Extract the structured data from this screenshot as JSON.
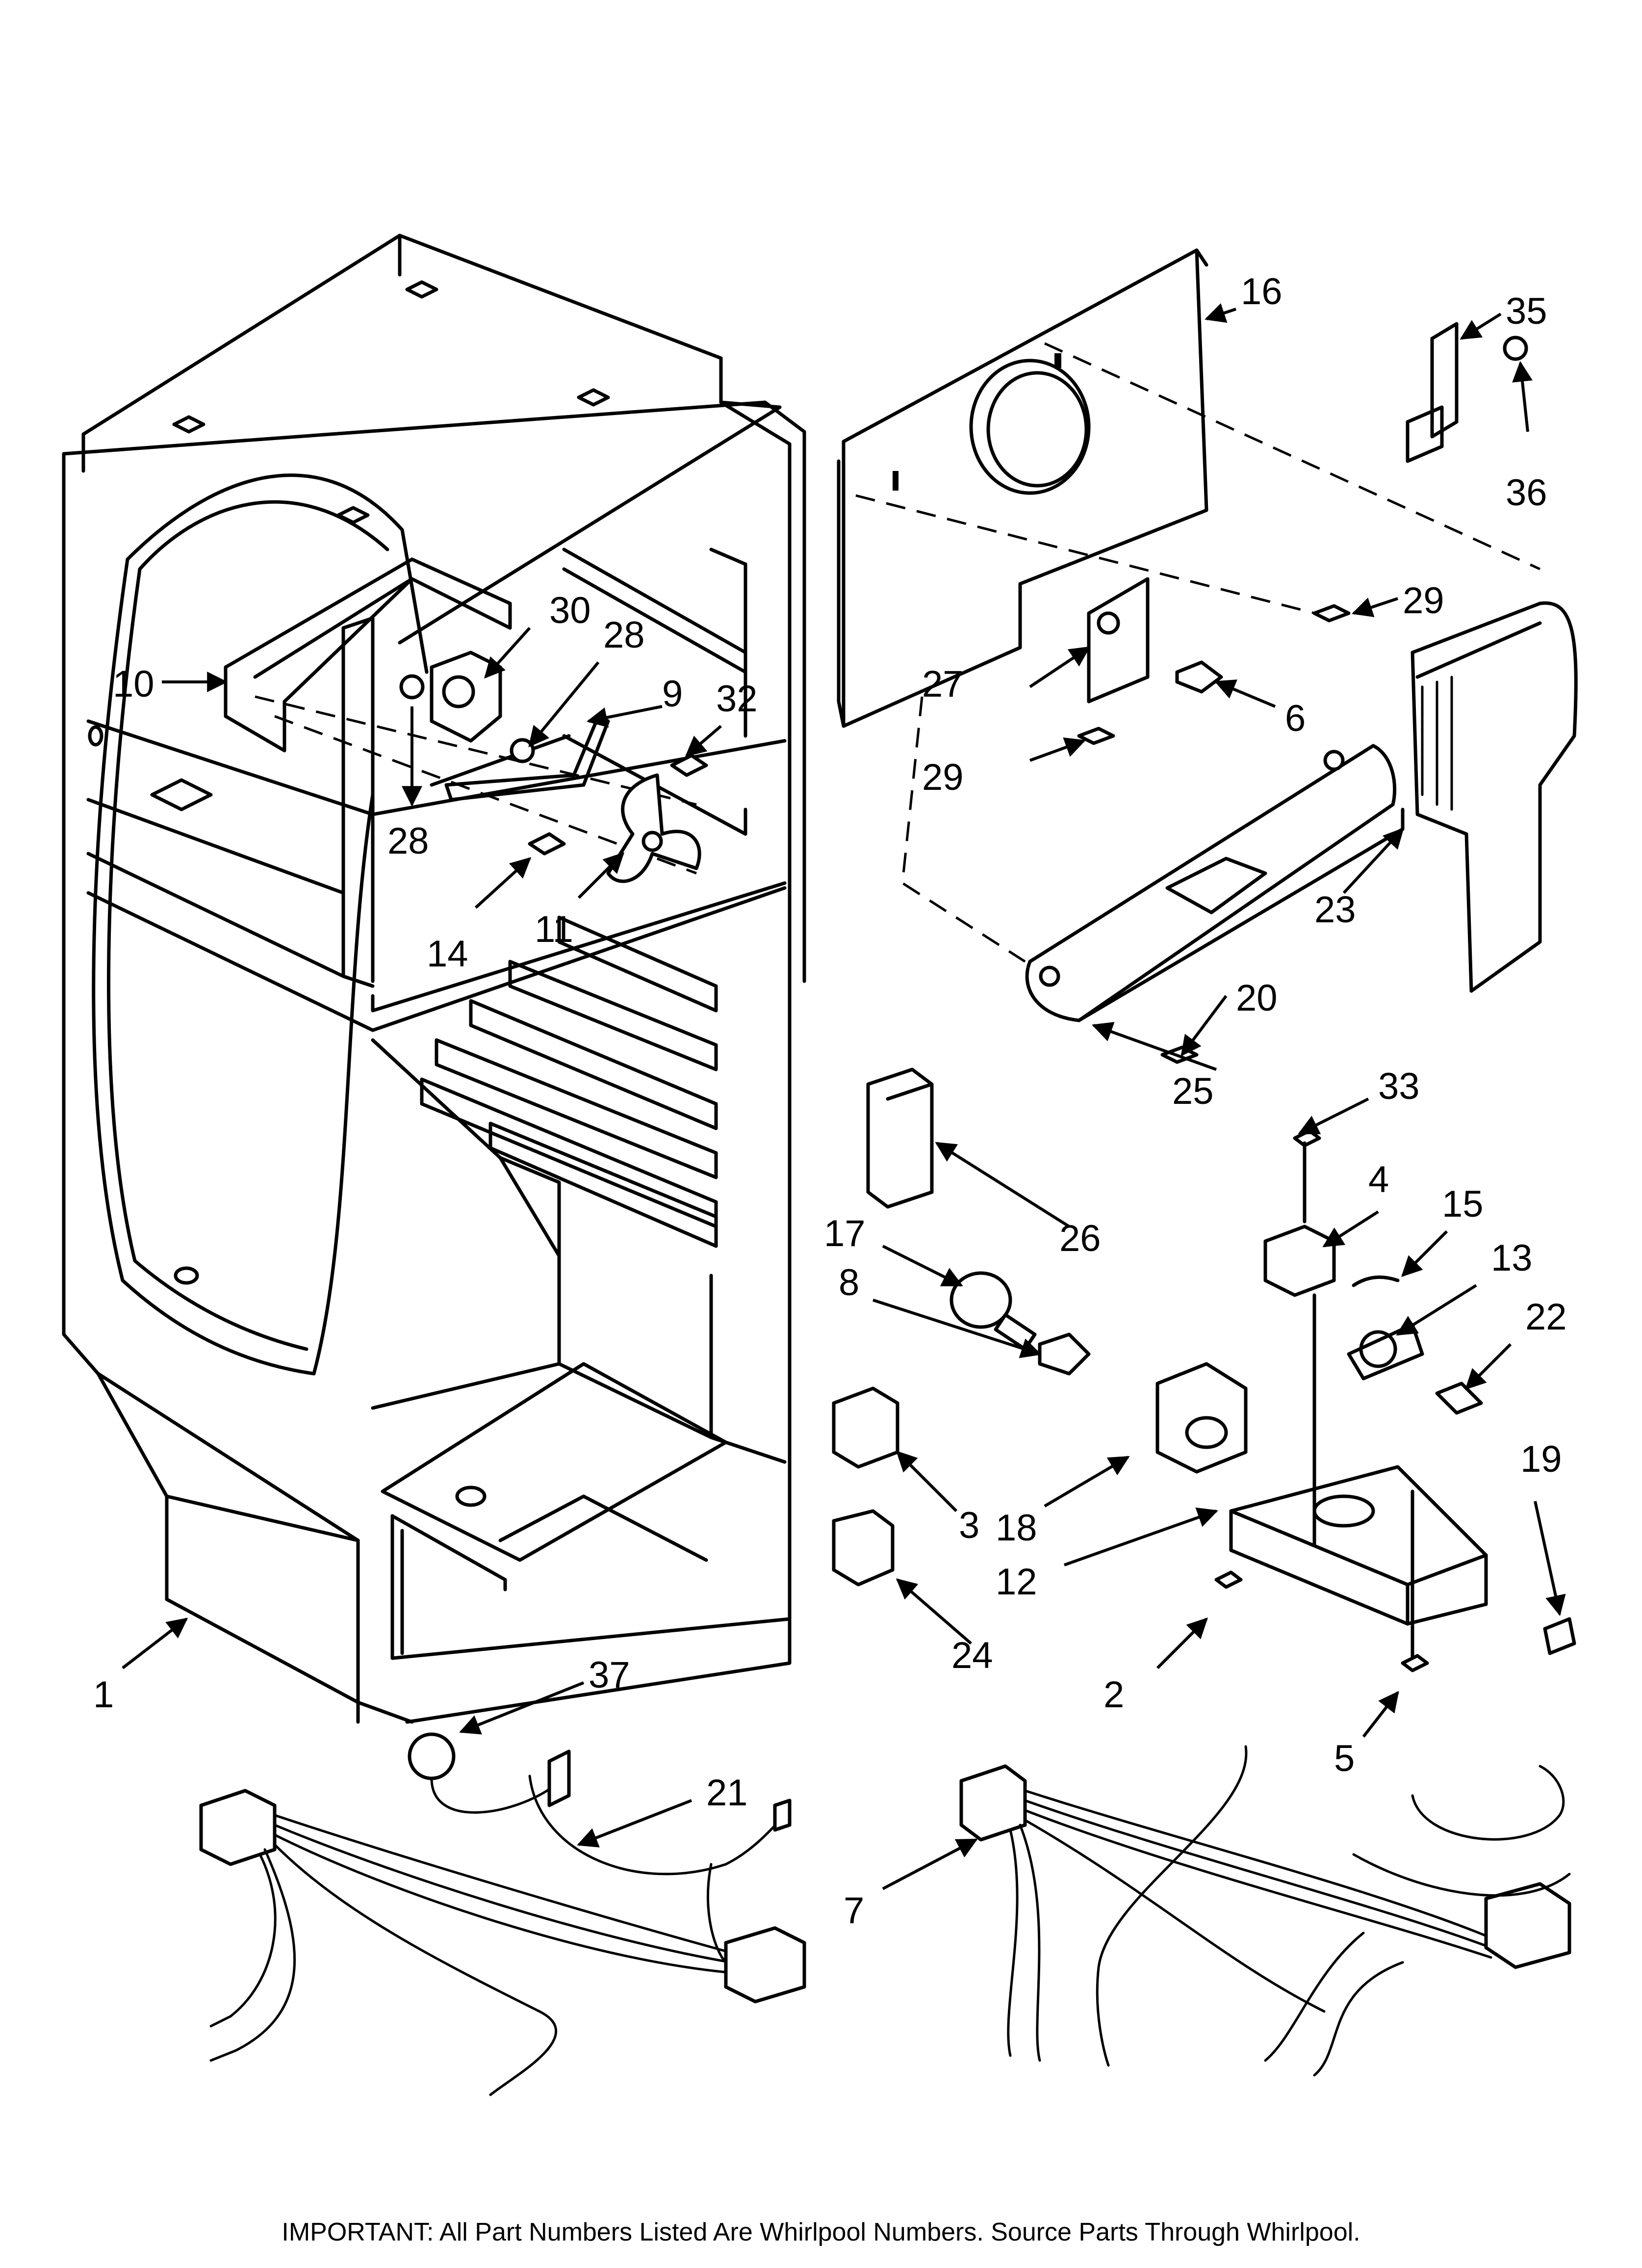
{
  "footer_note": "IMPORTANT: All Part Numbers Listed Are Whirlpool Numbers. Source Parts Through Whirlpool.",
  "callouts": [
    "1",
    "2",
    "3",
    "4",
    "5",
    "6",
    "7",
    "8",
    "9",
    "10",
    "11",
    "12",
    "13",
    "14",
    "15",
    "16",
    "17",
    "18",
    "19",
    "20",
    "21",
    "22",
    "23",
    "24",
    "25",
    "26",
    "27",
    "28",
    "28",
    "29",
    "29",
    "30",
    "32",
    "33",
    "35",
    "36",
    "37"
  ]
}
